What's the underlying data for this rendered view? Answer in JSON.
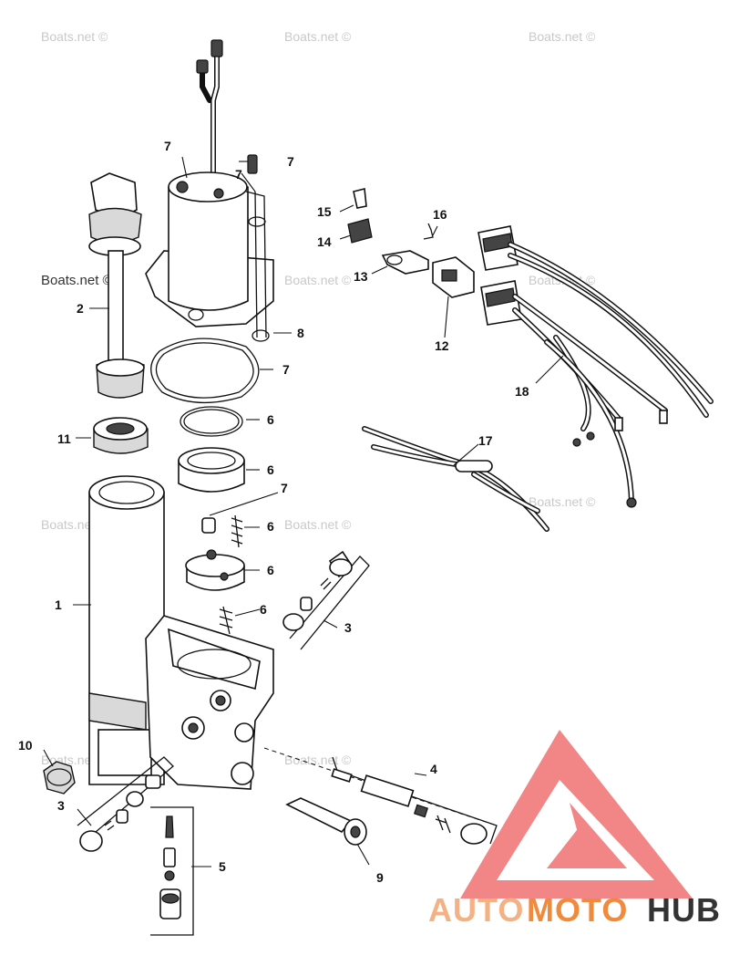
{
  "watermark": {
    "text": "Boats.net ©"
  },
  "brand": {
    "part1": "AUTO",
    "part2": "MOTO",
    "part3": "HUB",
    "color_light": "#f4b183",
    "color_mid": "#f08a3c",
    "color_dark": "#333333",
    "logo_color": "#f07070"
  },
  "callouts": {
    "c1": "1",
    "c2": "2",
    "c3a": "3",
    "c3b": "3",
    "c4": "4",
    "c5": "5",
    "c6a": "6",
    "c6b": "6",
    "c6c": "6",
    "c6d": "6",
    "c6e": "6",
    "c7a": "7",
    "c7b": "7",
    "c7c": "7",
    "c7d": "7",
    "c7e": "7",
    "c8": "8",
    "c9": "9",
    "c10": "10",
    "c11": "11",
    "c12": "12",
    "c13": "13",
    "c14": "14",
    "c15": "15",
    "c16": "16",
    "c17": "17",
    "c18": "18"
  }
}
